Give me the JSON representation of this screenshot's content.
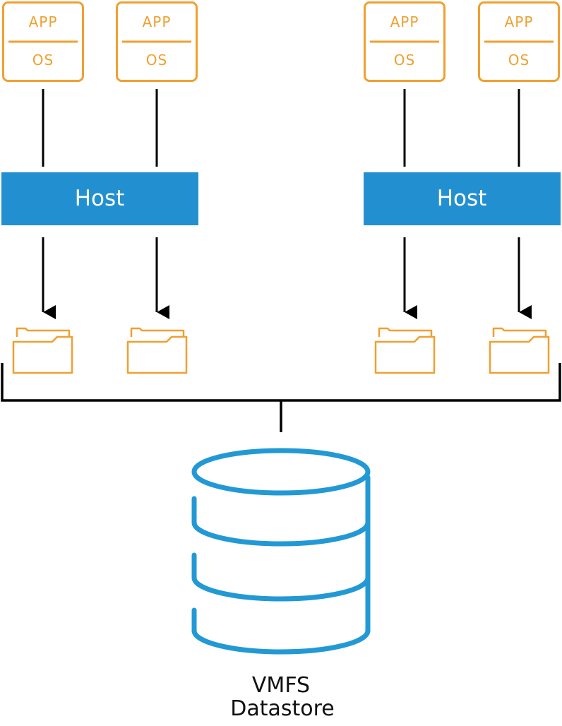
{
  "colors": {
    "vm_outline": "#F0A030",
    "host_fill": "#2290D0",
    "datastore_stroke": "#2299D5",
    "line": "#000000"
  },
  "vms": [
    {
      "app": "APP",
      "os": "OS"
    },
    {
      "app": "APP",
      "os": "OS"
    },
    {
      "app": "APP",
      "os": "OS"
    },
    {
      "app": "APP",
      "os": "OS"
    }
  ],
  "hosts": [
    {
      "label": "Host"
    },
    {
      "label": "Host"
    }
  ],
  "folders": [
    {
      "icon": "folder-icon"
    },
    {
      "icon": "folder-icon"
    },
    {
      "icon": "folder-icon"
    },
    {
      "icon": "folder-icon"
    }
  ],
  "datastore": {
    "icon": "database-icon",
    "line1": "VMFS",
    "line2": "Datastore"
  }
}
